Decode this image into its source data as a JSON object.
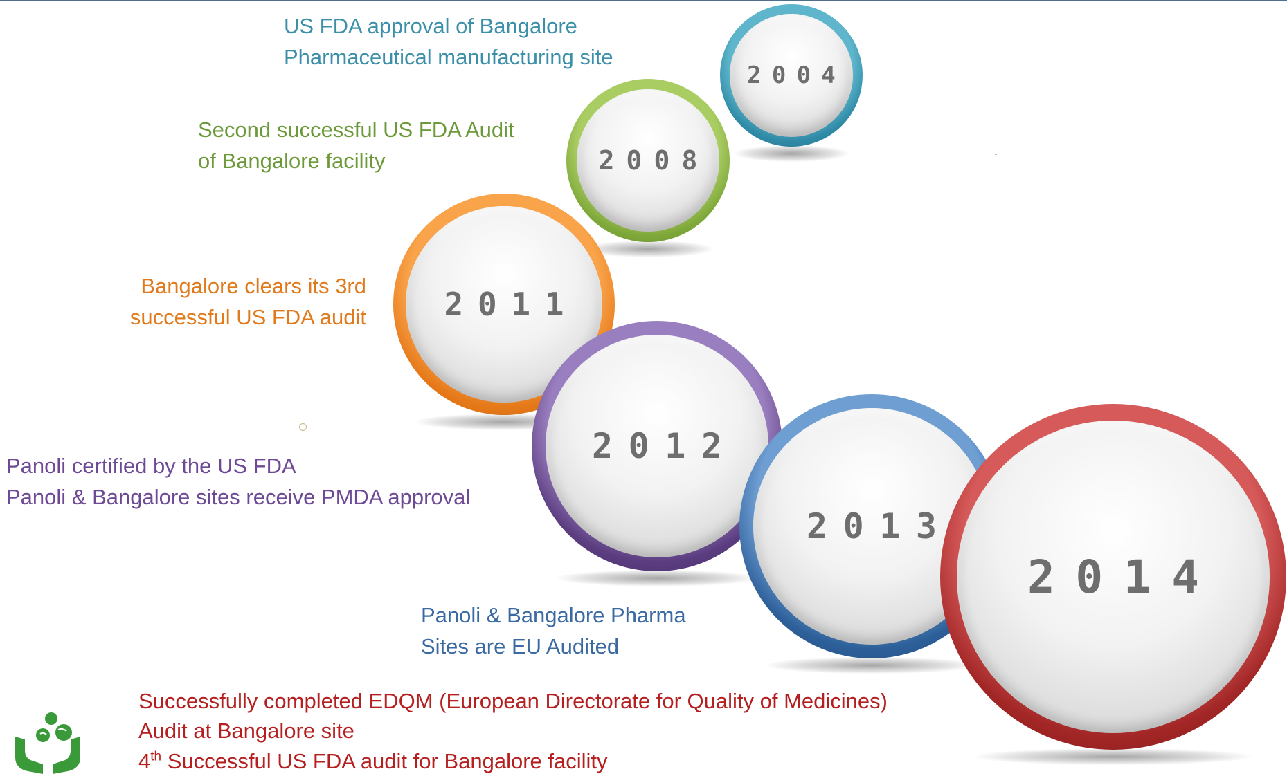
{
  "milestones": [
    {
      "year": "2004",
      "color": "#3b8fa8",
      "lines": [
        "US FDA approval of Bangalore",
        "Pharmaceutical manufacturing site"
      ]
    },
    {
      "year": "2008",
      "color": "#6c9a3a",
      "lines": [
        "Second successful US FDA Audit",
        "of Bangalore facility"
      ]
    },
    {
      "year": "2011",
      "color": "#e07a1c",
      "lines": [
        "Bangalore clears its 3rd",
        "successful US FDA audit"
      ]
    },
    {
      "year": "2012",
      "color": "#6e4a96",
      "lines": [
        "Panoli certified by the US FDA",
        "Panoli & Bangalore sites receive PMDA approval"
      ]
    },
    {
      "year": "2013",
      "color": "#3b6aa3",
      "lines": [
        "Panoli & Bangalore Pharma",
        "Sites are EU Audited"
      ]
    },
    {
      "year": "2014",
      "color": "#b51f1f",
      "lines": [
        "Successfully completed EDQM (European Directorate for Quality of Medicines)",
        "Audit at Bangalore site"
      ],
      "extra_line": {
        "superscript": "th",
        "number": "4",
        "text": " Successful US FDA audit for Bangalore facility"
      }
    }
  ],
  "colors": {
    "ring_2004": "#2f8aa6",
    "ring_2008": "#7fa83a",
    "ring_2011": "#e67a1a",
    "ring_2012": "#5b3d80",
    "ring_2013": "#2d5f99",
    "ring_2014": "#a22626",
    "logo_green": "#3a9a3a"
  },
  "icons": {
    "logo": "company-logo-icon"
  }
}
